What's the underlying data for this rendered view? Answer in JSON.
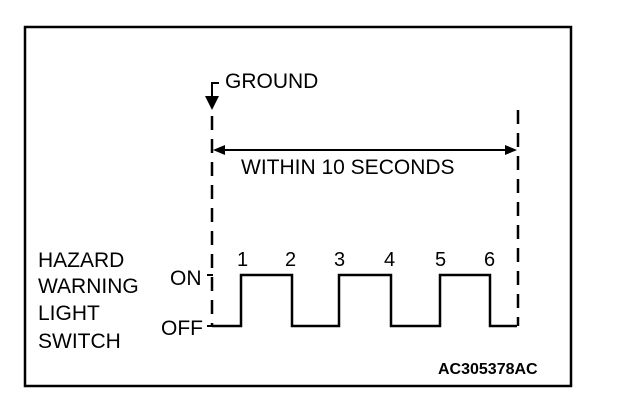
{
  "diagram": {
    "ground_label": "GROUND",
    "interval_label": "WITHIN 10 SECONDS",
    "switch_label_lines": [
      "HAZARD",
      "WARNING",
      "LIGHT",
      "SWITCH"
    ],
    "state_on": "ON",
    "state_off": "OFF",
    "pulse_numbers": [
      "1",
      "2",
      "3",
      "4",
      "5",
      "6"
    ],
    "figure_code": "AC305378AC"
  },
  "colors": {
    "line": "#000000",
    "background": "#ffffff"
  }
}
